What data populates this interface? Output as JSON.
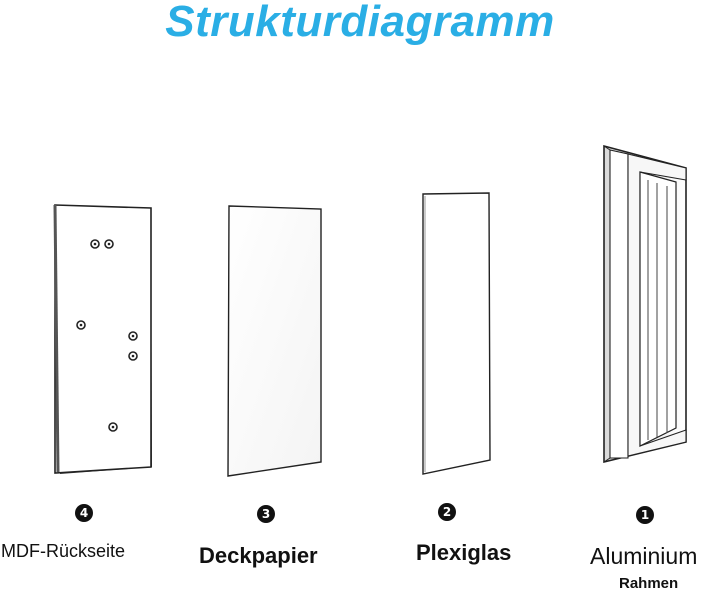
{
  "title": "Strukturdiagramm",
  "colors": {
    "title": "#2aaee5",
    "badge": "#111111",
    "outline": "#222222"
  },
  "layers": [
    {
      "id": "back",
      "number": "4",
      "label": "MDF-Rückseite"
    },
    {
      "id": "paper",
      "number": "3",
      "label": "Deckpapier"
    },
    {
      "id": "plexi",
      "number": "2",
      "label": "Plexiglas"
    },
    {
      "id": "frame",
      "number": "1",
      "label": "Aluminium",
      "sublabel": "Rahmen"
    }
  ]
}
